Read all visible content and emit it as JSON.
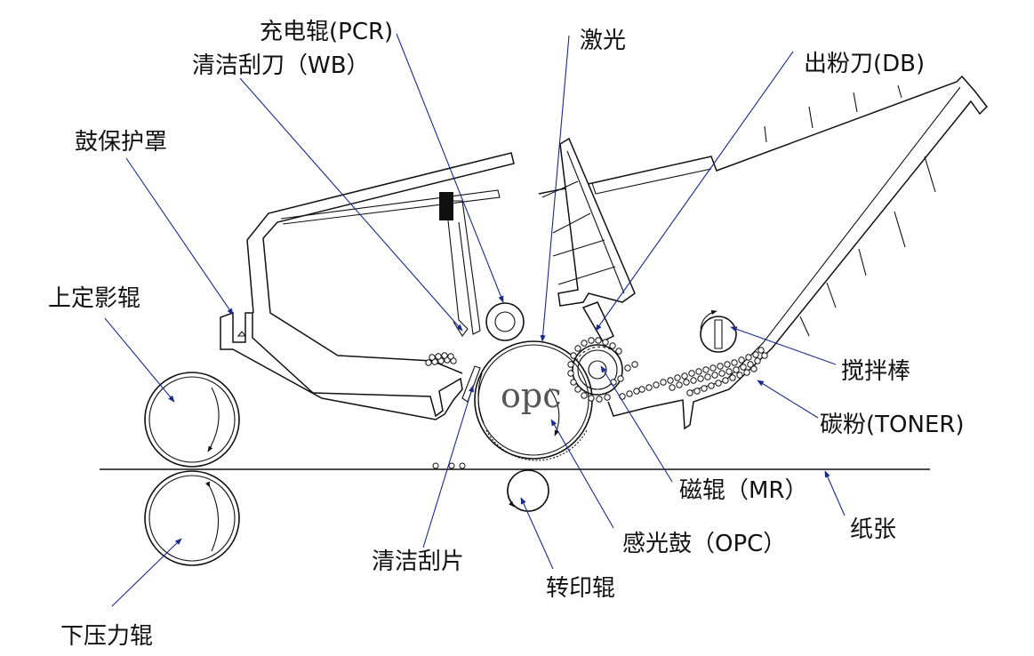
{
  "labels": {
    "pcr": "充电辊(PCR)",
    "wb": "清洁刮刀（WB）",
    "laser": "激光",
    "db": "出粉刀(DB)",
    "drum_cover": "鼓保护罩",
    "upper_fuser": "上定影辊",
    "stirrer": "搅拌棒",
    "toner": "碳粉(TONER)",
    "mag_roller": "磁辊（MR）",
    "paper": "纸张",
    "opc_drum": "感光鼓（OPC）",
    "cleaning_blade": "清洁刮片",
    "transfer_roller": "转印辊",
    "lower_pressure": "下压力辊",
    "opc_text": "opc"
  },
  "colors": {
    "line": "#111111",
    "leader": "#1a2a8a",
    "background": "#ffffff"
  }
}
